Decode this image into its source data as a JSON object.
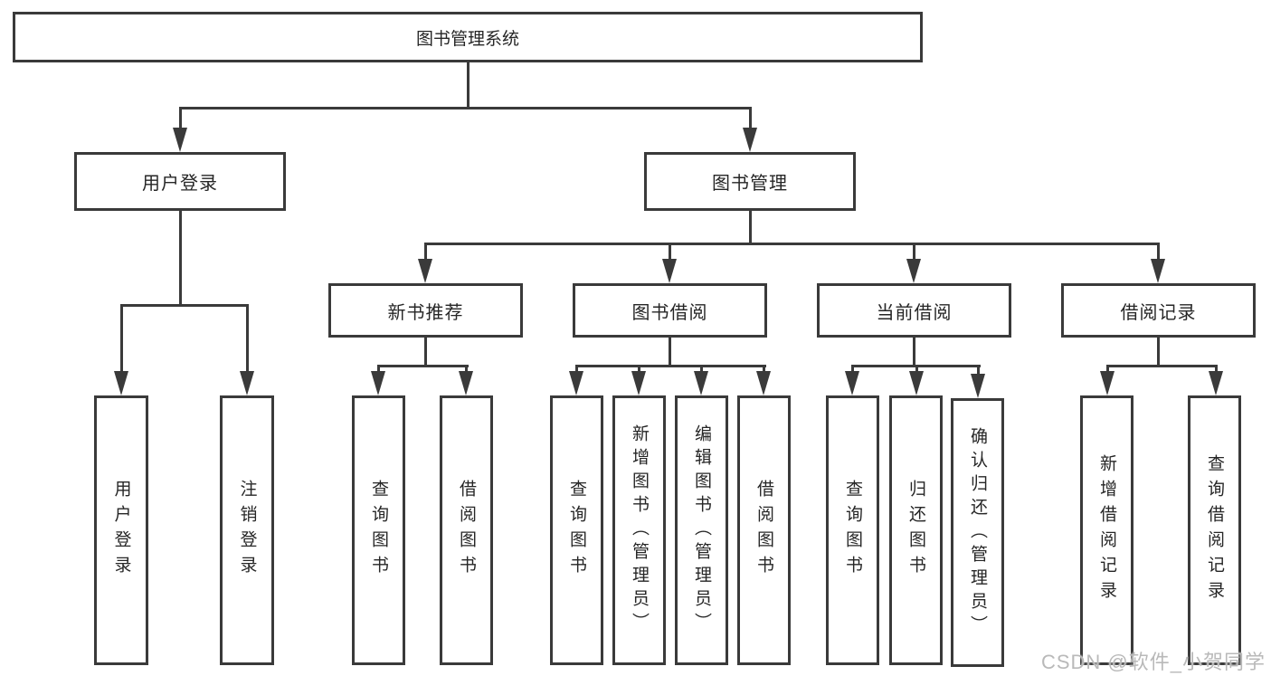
{
  "diagram": {
    "root": "图书管理系统",
    "level2": [
      "用户登录",
      "图书管理"
    ],
    "level3": [
      "新书推荐",
      "图书借阅",
      "当前借阅",
      "借阅记录"
    ],
    "leaves": [
      "用户登录",
      "注销登录",
      "查询图书",
      "借阅图书",
      "查询图书",
      "新增图书（管理员）",
      "编辑图书（管理员）",
      "借阅图书",
      "查询图书",
      "归还图书",
      "确认归还（管理员）",
      "新增借阅记录",
      "查询借阅记录"
    ]
  },
  "watermark": "CSDN @软件_小贺同学",
  "colors": {
    "line": "#3a3a3a",
    "text": "#262626",
    "watermark": "#b9b9b9",
    "background": "#ffffff"
  }
}
